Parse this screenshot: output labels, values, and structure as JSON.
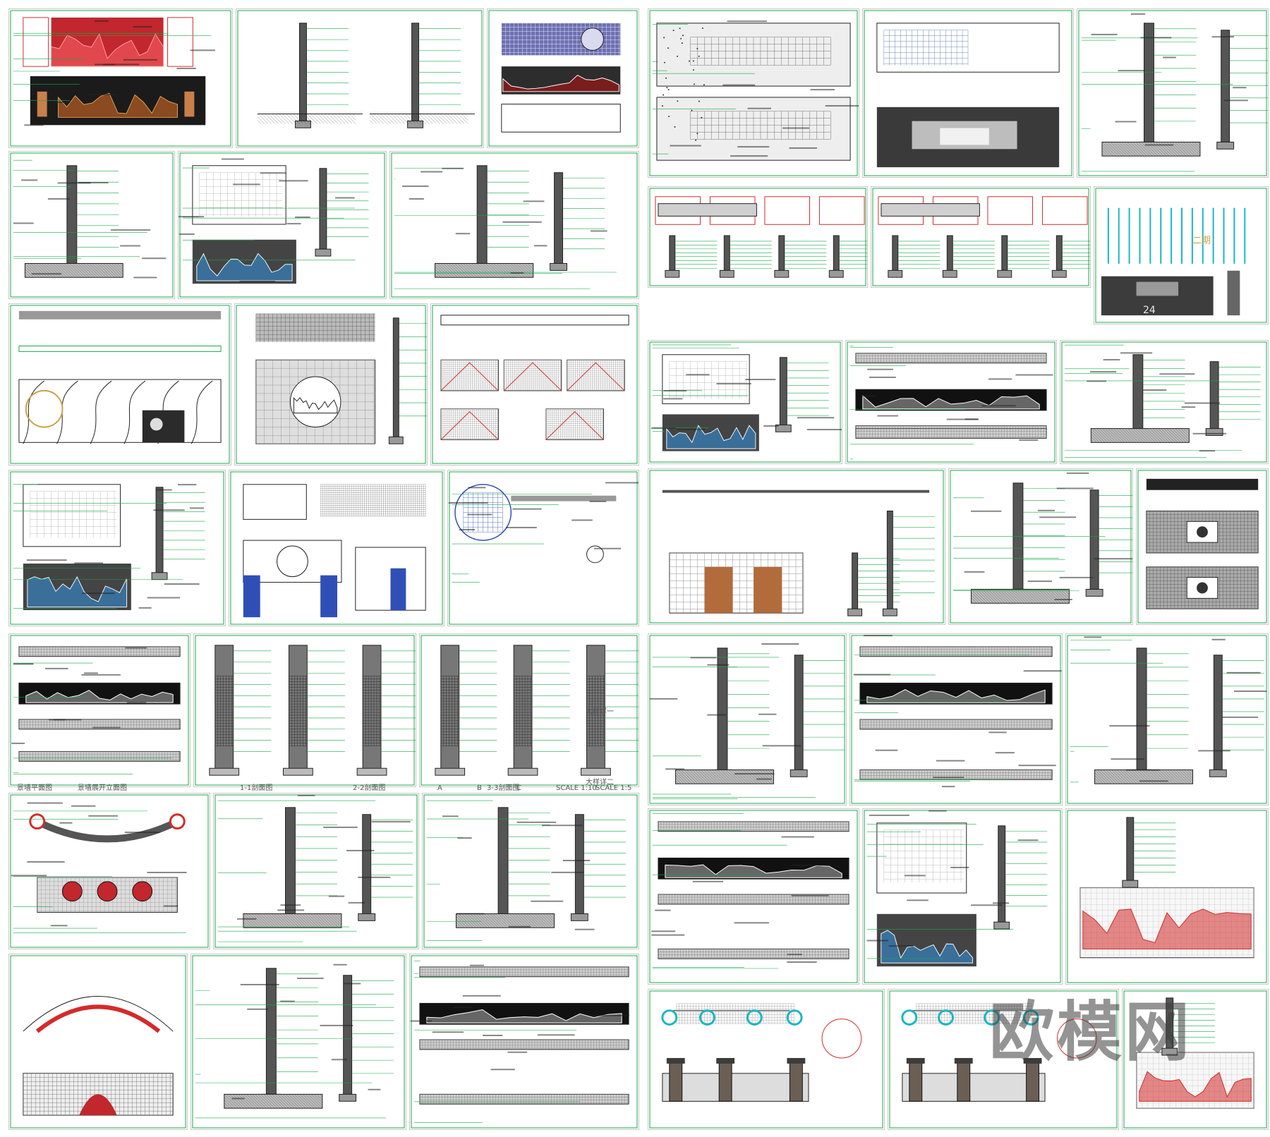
{
  "watermark": "欧模网",
  "colors": {
    "cad_green": "#1aa84a",
    "cad_cyan": "#19b6c4",
    "cad_red": "#d42a2a",
    "cad_blue": "#2f4fb7",
    "cad_black": "#222222",
    "cad_grey": "#8a8a8a",
    "render_dark": "#1b1b1b"
  },
  "signage": {
    "number_24": "24",
    "label": "二期"
  },
  "panel_labels": {
    "scale_a": "A",
    "scale_b": "B",
    "scale_c": "C",
    "section_11": "1-1剖面图",
    "section_22": "2-2剖面图",
    "section_33": "3-3剖面图",
    "elevation": "景墙展开立面图",
    "plan": "景墙平面图",
    "detail_1": "大样详一",
    "detail_2": "大样详二",
    "scale_1_10": "SCALE 1:10",
    "scale_1_5": "SCALE 1:5"
  }
}
